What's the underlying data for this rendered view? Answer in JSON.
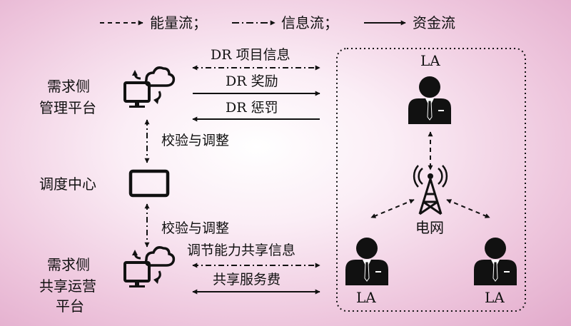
{
  "legend": {
    "energy": "能量流；",
    "info": "信息流；",
    "money": "资金流"
  },
  "nodes": {
    "demand_mgmt": [
      "需求侧",
      "管理平台"
    ],
    "dispatch": "调度中心",
    "share_ops": [
      "需求侧",
      "共享运营",
      "平台"
    ],
    "grid": "电网",
    "la": "LA"
  },
  "edges": {
    "dr_project_info": "DR 项目信息",
    "dr_reward": "DR 奖励",
    "dr_penalty": "DR 惩罚",
    "verify_adjust_top": "校验与调整",
    "verify_adjust_bottom": "校验与调整",
    "share_capability_info": "调节能力共享信息",
    "share_service_fee": "共享服务费"
  },
  "colors": {
    "line": "#111111",
    "background": "#f3d3e6"
  }
}
